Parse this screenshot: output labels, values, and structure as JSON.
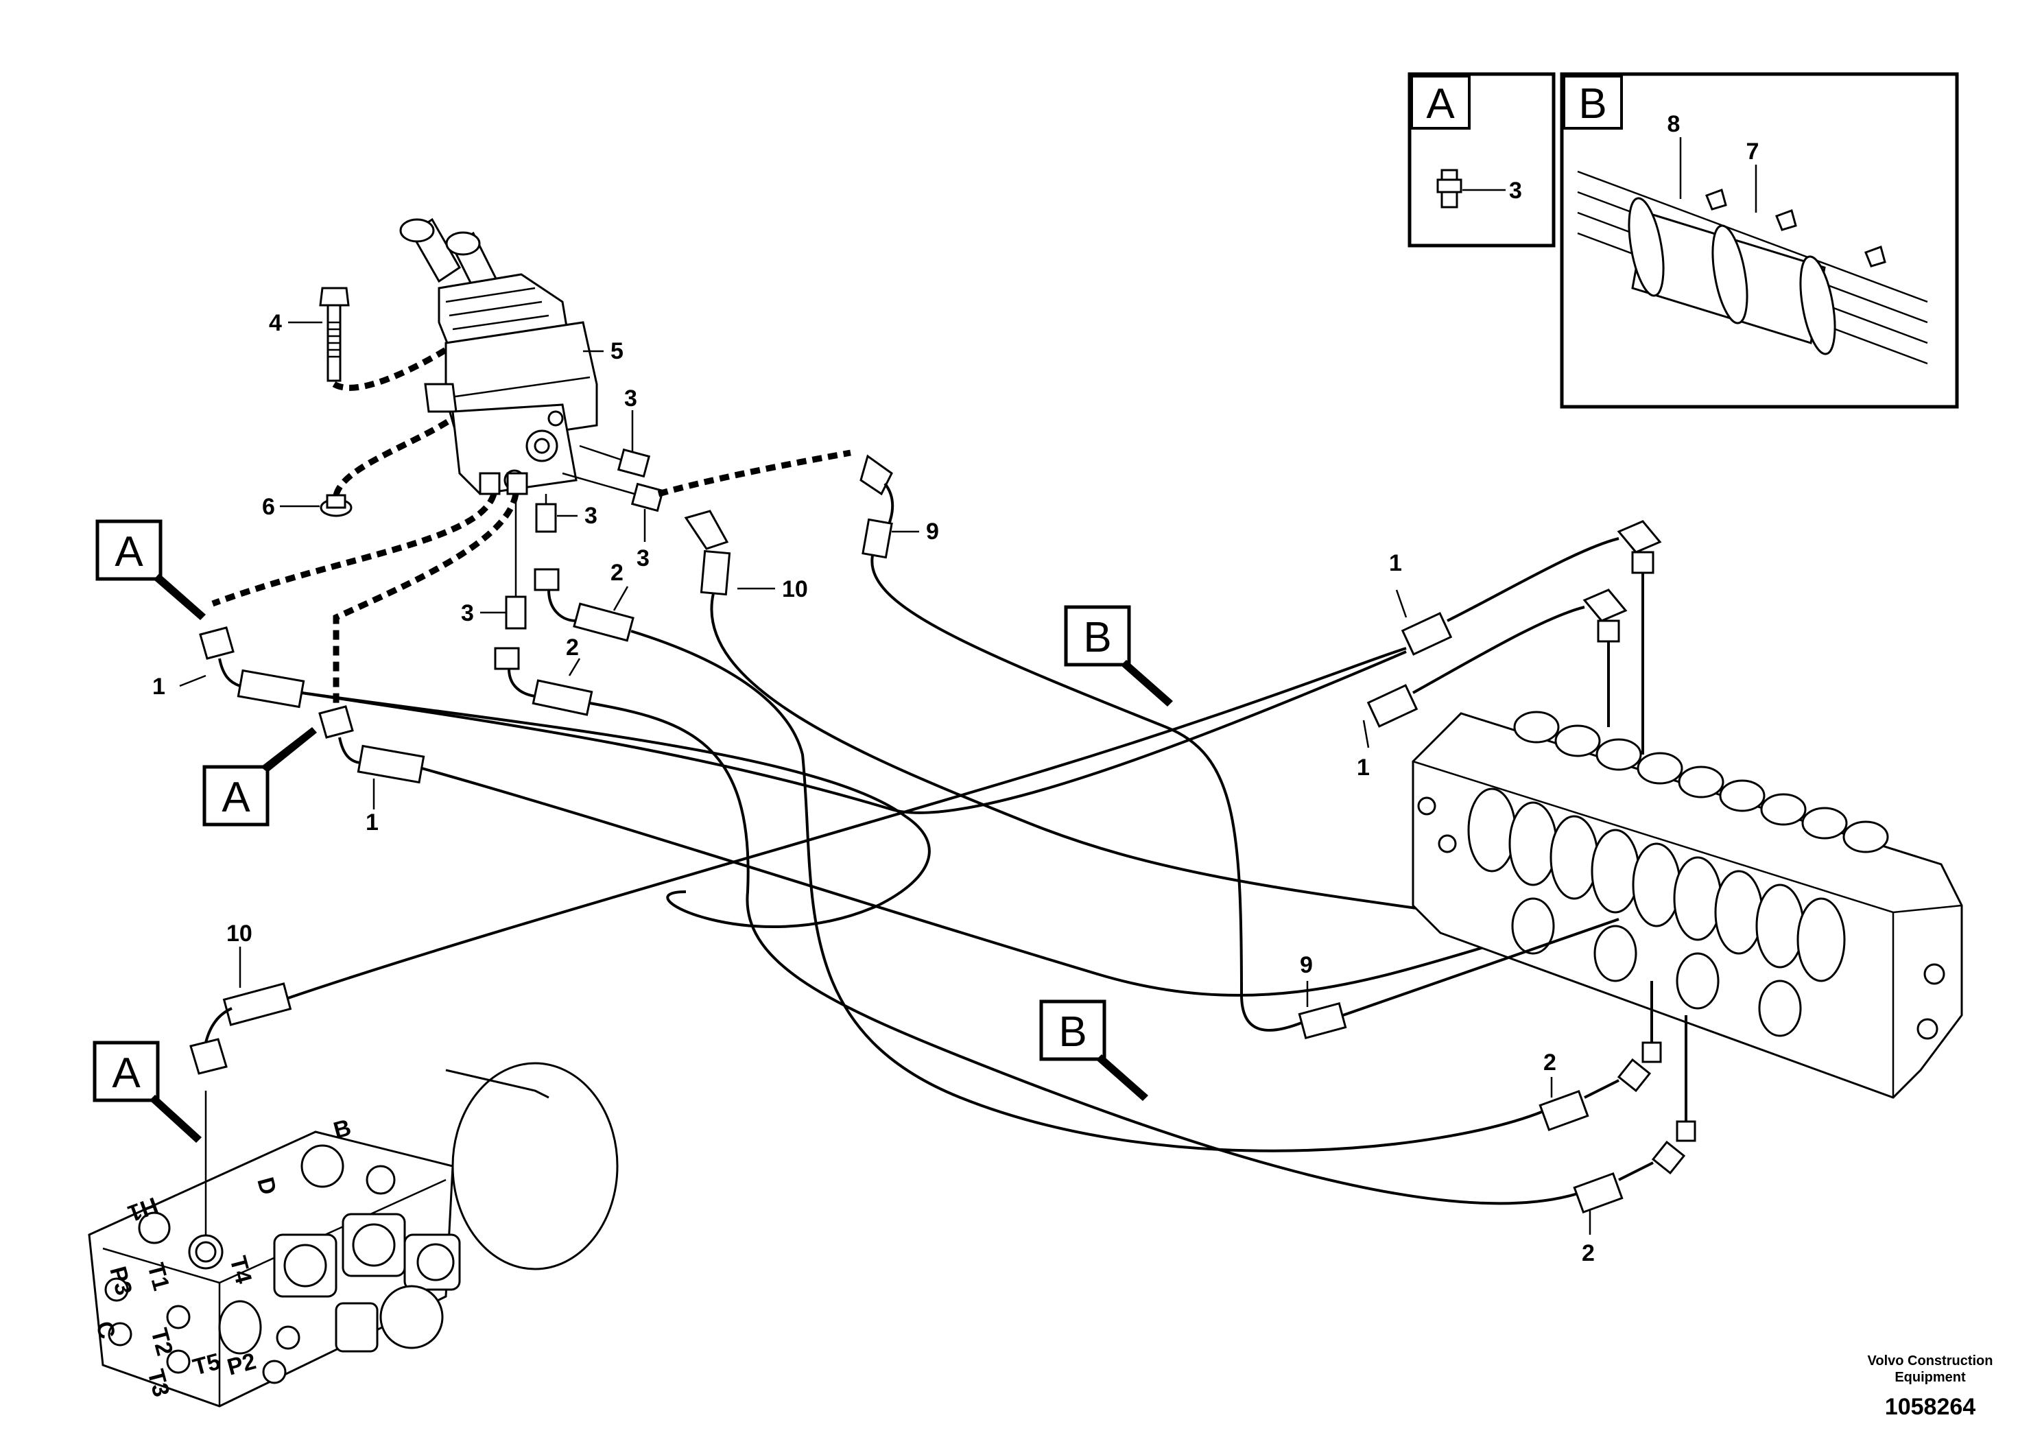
{
  "views": {
    "a_label": "A",
    "b_label": "B"
  },
  "callouts": {
    "c1": "1",
    "c2": "2",
    "c3": "3",
    "c4": "4",
    "c5": "5",
    "c6": "6",
    "c7": "7",
    "c8": "8",
    "c9": "9",
    "c10": "10"
  },
  "valve_block_marks": {
    "p3": "P3",
    "t1": "T1",
    "t2": "T2",
    "t3": "T3",
    "c": "C",
    "t4": "T4",
    "t5": "T5",
    "p2": "P2",
    "b": "B",
    "d": "D",
    "h1": "H1"
  },
  "footer": {
    "company_line1": "Volvo Construction",
    "company_line2": "Equipment",
    "drawing_number": "1058264"
  }
}
